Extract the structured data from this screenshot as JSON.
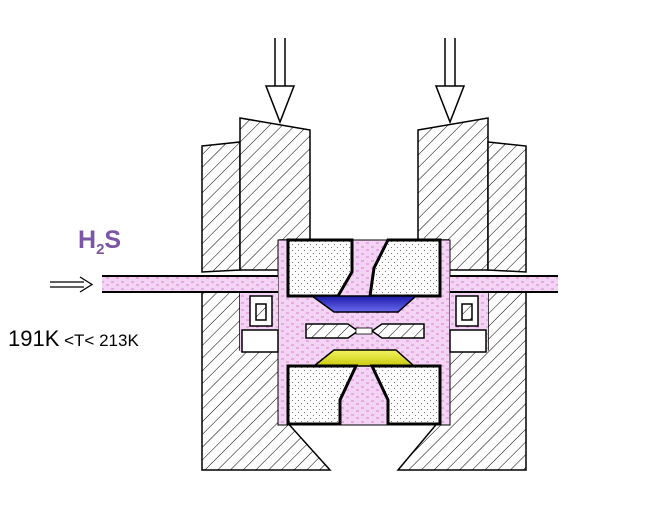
{
  "labels": {
    "gas_formula": "H",
    "gas_subscript": "2",
    "gas_element": "S",
    "temp_low": "191K",
    "temp_rest": " <T< 213K"
  },
  "colors": {
    "gas_label": "#7b55a6",
    "fluid_fill": "#f4d4f4",
    "upper_anvil_gem": "#2828c8",
    "lower_anvil_gem": "#e8ec18",
    "outline": "#000000"
  }
}
